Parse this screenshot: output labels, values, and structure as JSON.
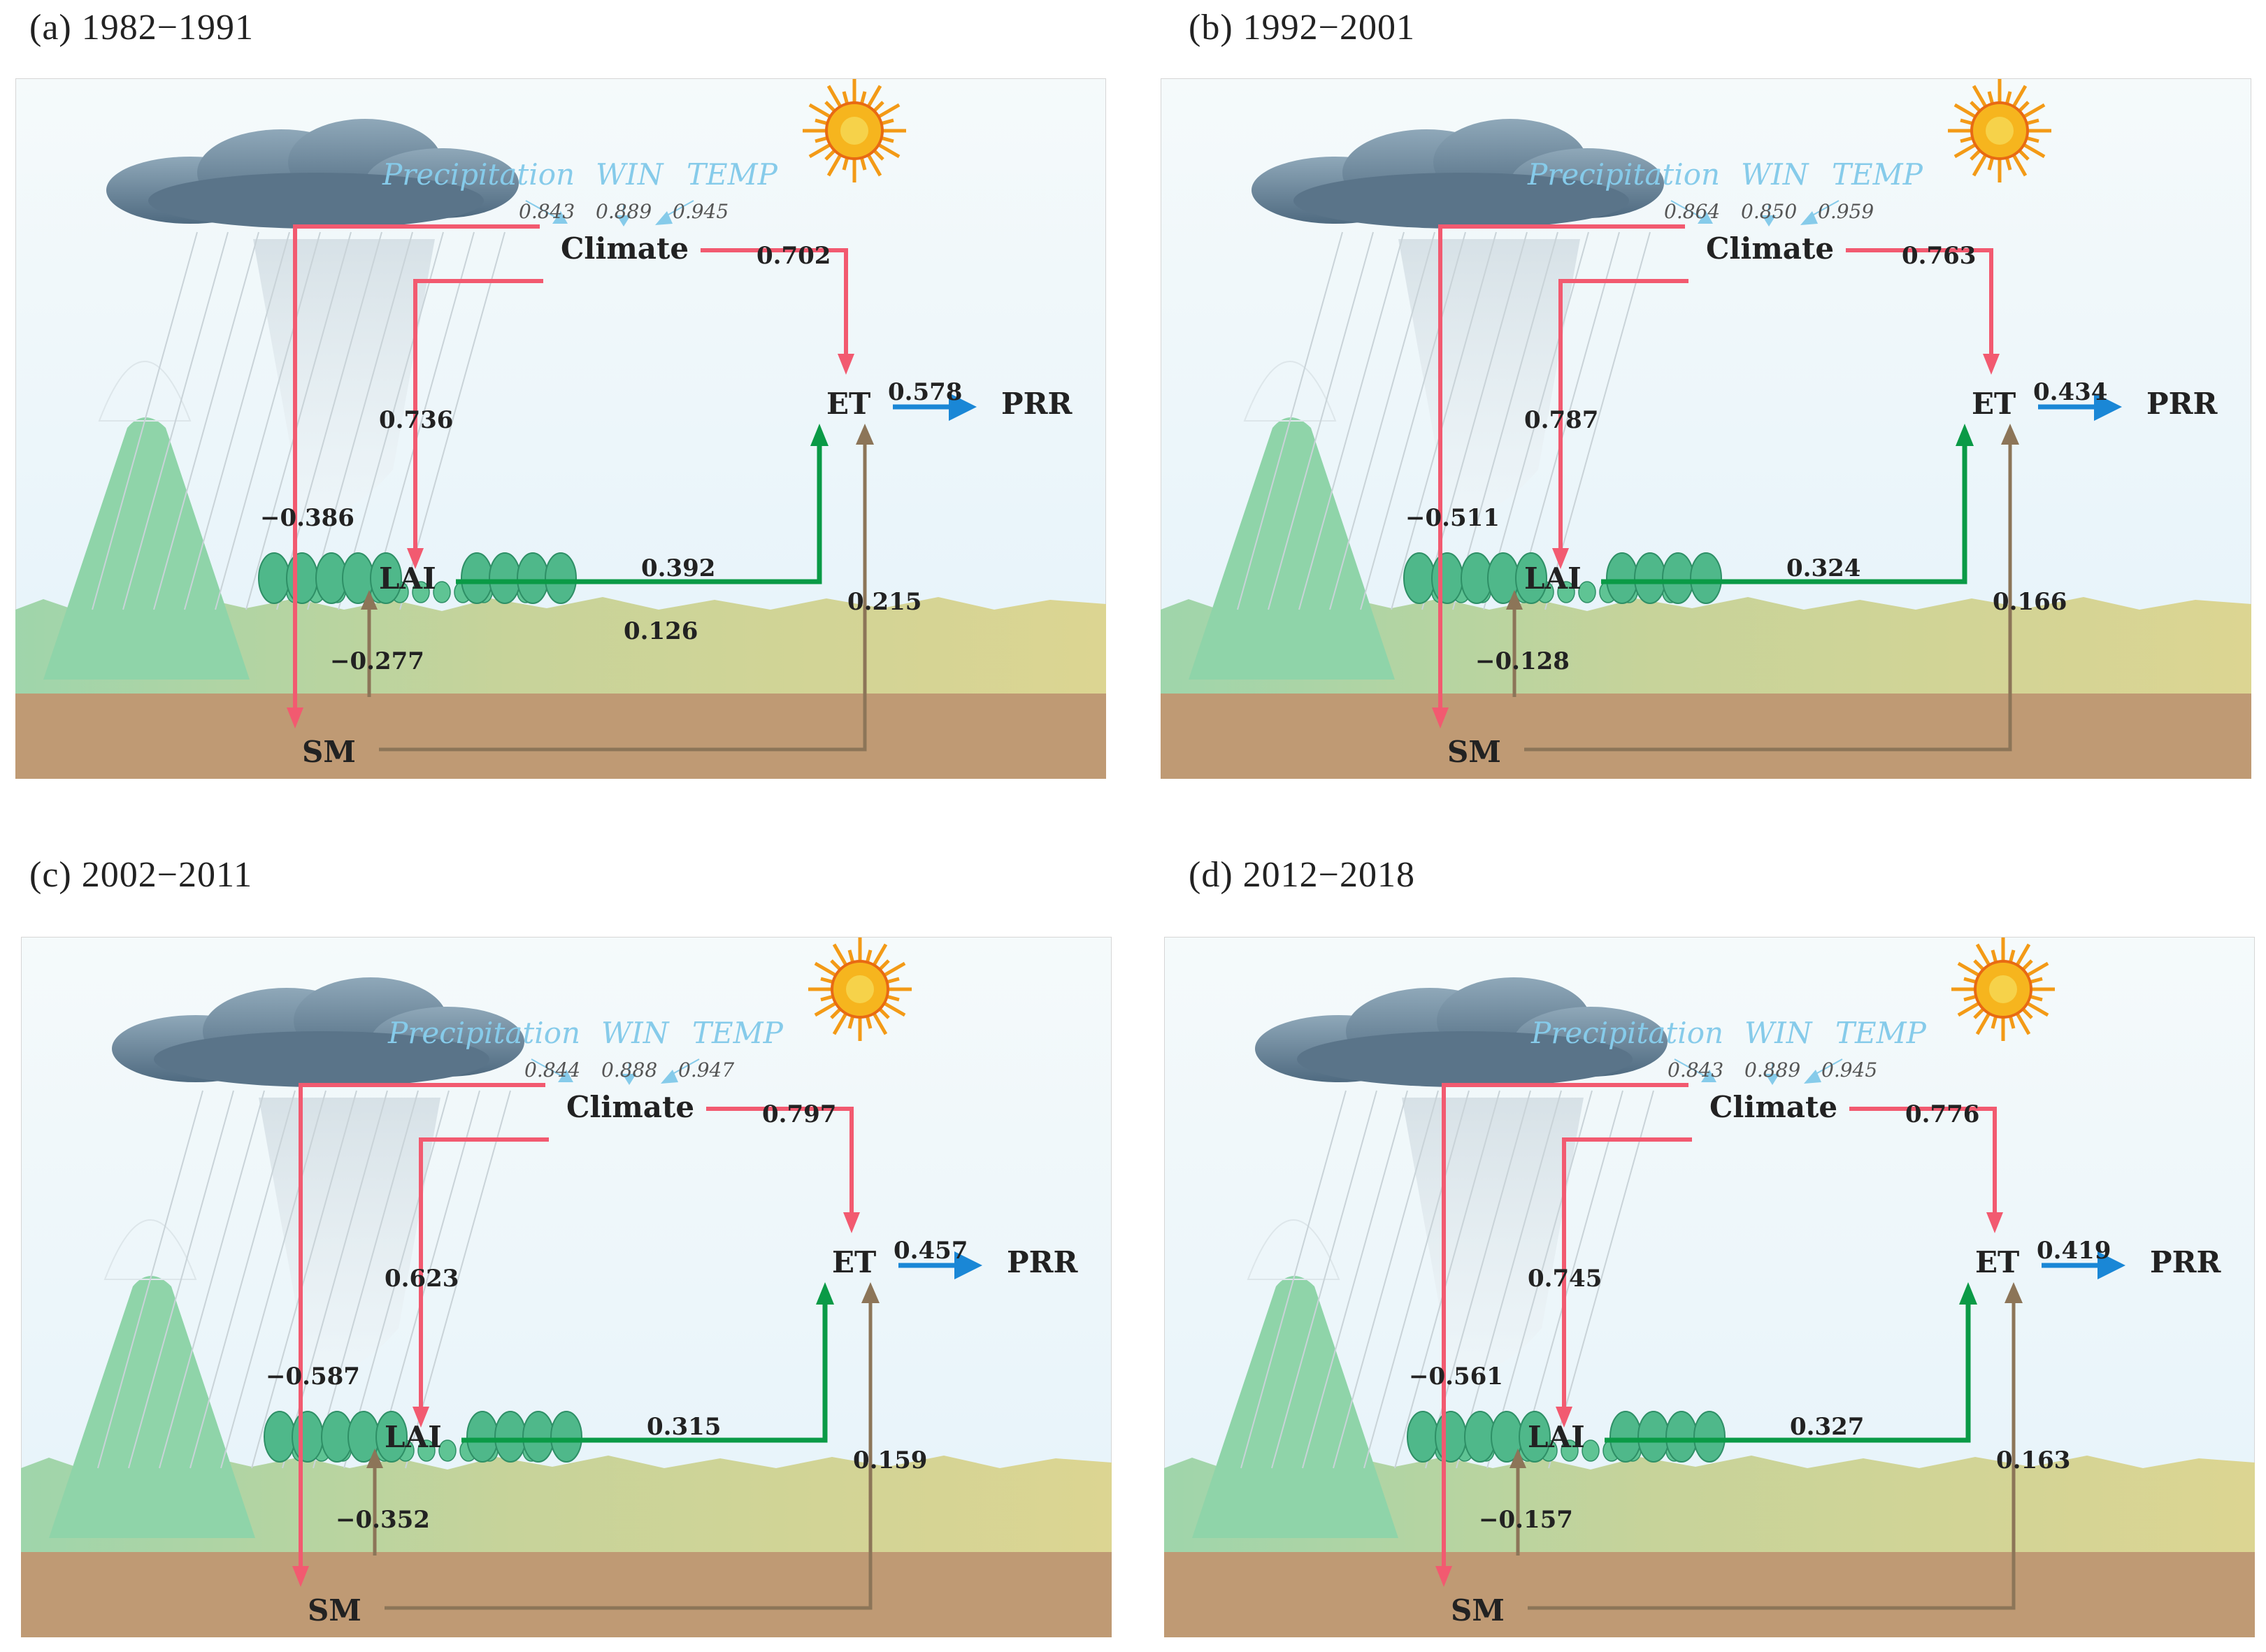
{
  "node_labels": {
    "precipitation": "Precipitation",
    "win": "WIN",
    "temp": "TEMP",
    "climate": "Climate",
    "et": "ET",
    "prr": "PRR",
    "lai": "LAI",
    "sm": "SM"
  },
  "colors": {
    "climate_path": "#f25a70",
    "lai_path": "#0a9a46",
    "sm_path": "#8c7558",
    "prr_path": "#1a87d6",
    "indicator_text": "#86cbea",
    "soil": "#bf9a74",
    "mountain": "#8fd4a9",
    "sky": "#eef7fb"
  },
  "panels": [
    {
      "title": "(a) 1982−1991",
      "loadings": {
        "precipitation": "0.843",
        "win": "0.889",
        "temp": "0.945"
      },
      "climate_to_et": "0.702",
      "climate_to_lai": "0.736",
      "climate_to_sm": "−0.386",
      "lai_to_et": "0.392",
      "sm_to_lai": "−0.277",
      "sm_to_et": "0.215",
      "et_to_prr": "0.578",
      "extra": "0.126"
    },
    {
      "title": "(b) 1992−2001",
      "loadings": {
        "precipitation": "0.864",
        "win": "0.850",
        "temp": "0.959"
      },
      "climate_to_et": "0.763",
      "climate_to_lai": "0.787",
      "climate_to_sm": "−0.511",
      "lai_to_et": "0.324",
      "sm_to_lai": "−0.128",
      "sm_to_et": "0.166",
      "et_to_prr": "0.434",
      "extra": ""
    },
    {
      "title": "(c) 2002−2011",
      "loadings": {
        "precipitation": "0.844",
        "win": "0.888",
        "temp": "0.947"
      },
      "climate_to_et": "0.797",
      "climate_to_lai": "0.623",
      "climate_to_sm": "−0.587",
      "lai_to_et": "0.315",
      "sm_to_lai": "−0.352",
      "sm_to_et": "0.159",
      "et_to_prr": "0.457",
      "extra": ""
    },
    {
      "title": "(d) 2012−2018",
      "loadings": {
        "precipitation": "0.843",
        "win": "0.889",
        "temp": "0.945"
      },
      "climate_to_et": "0.776",
      "climate_to_lai": "0.745",
      "climate_to_sm": "−0.561",
      "lai_to_et": "0.327",
      "sm_to_lai": "−0.157",
      "sm_to_et": "0.163",
      "et_to_prr": "0.419",
      "extra": ""
    }
  ]
}
